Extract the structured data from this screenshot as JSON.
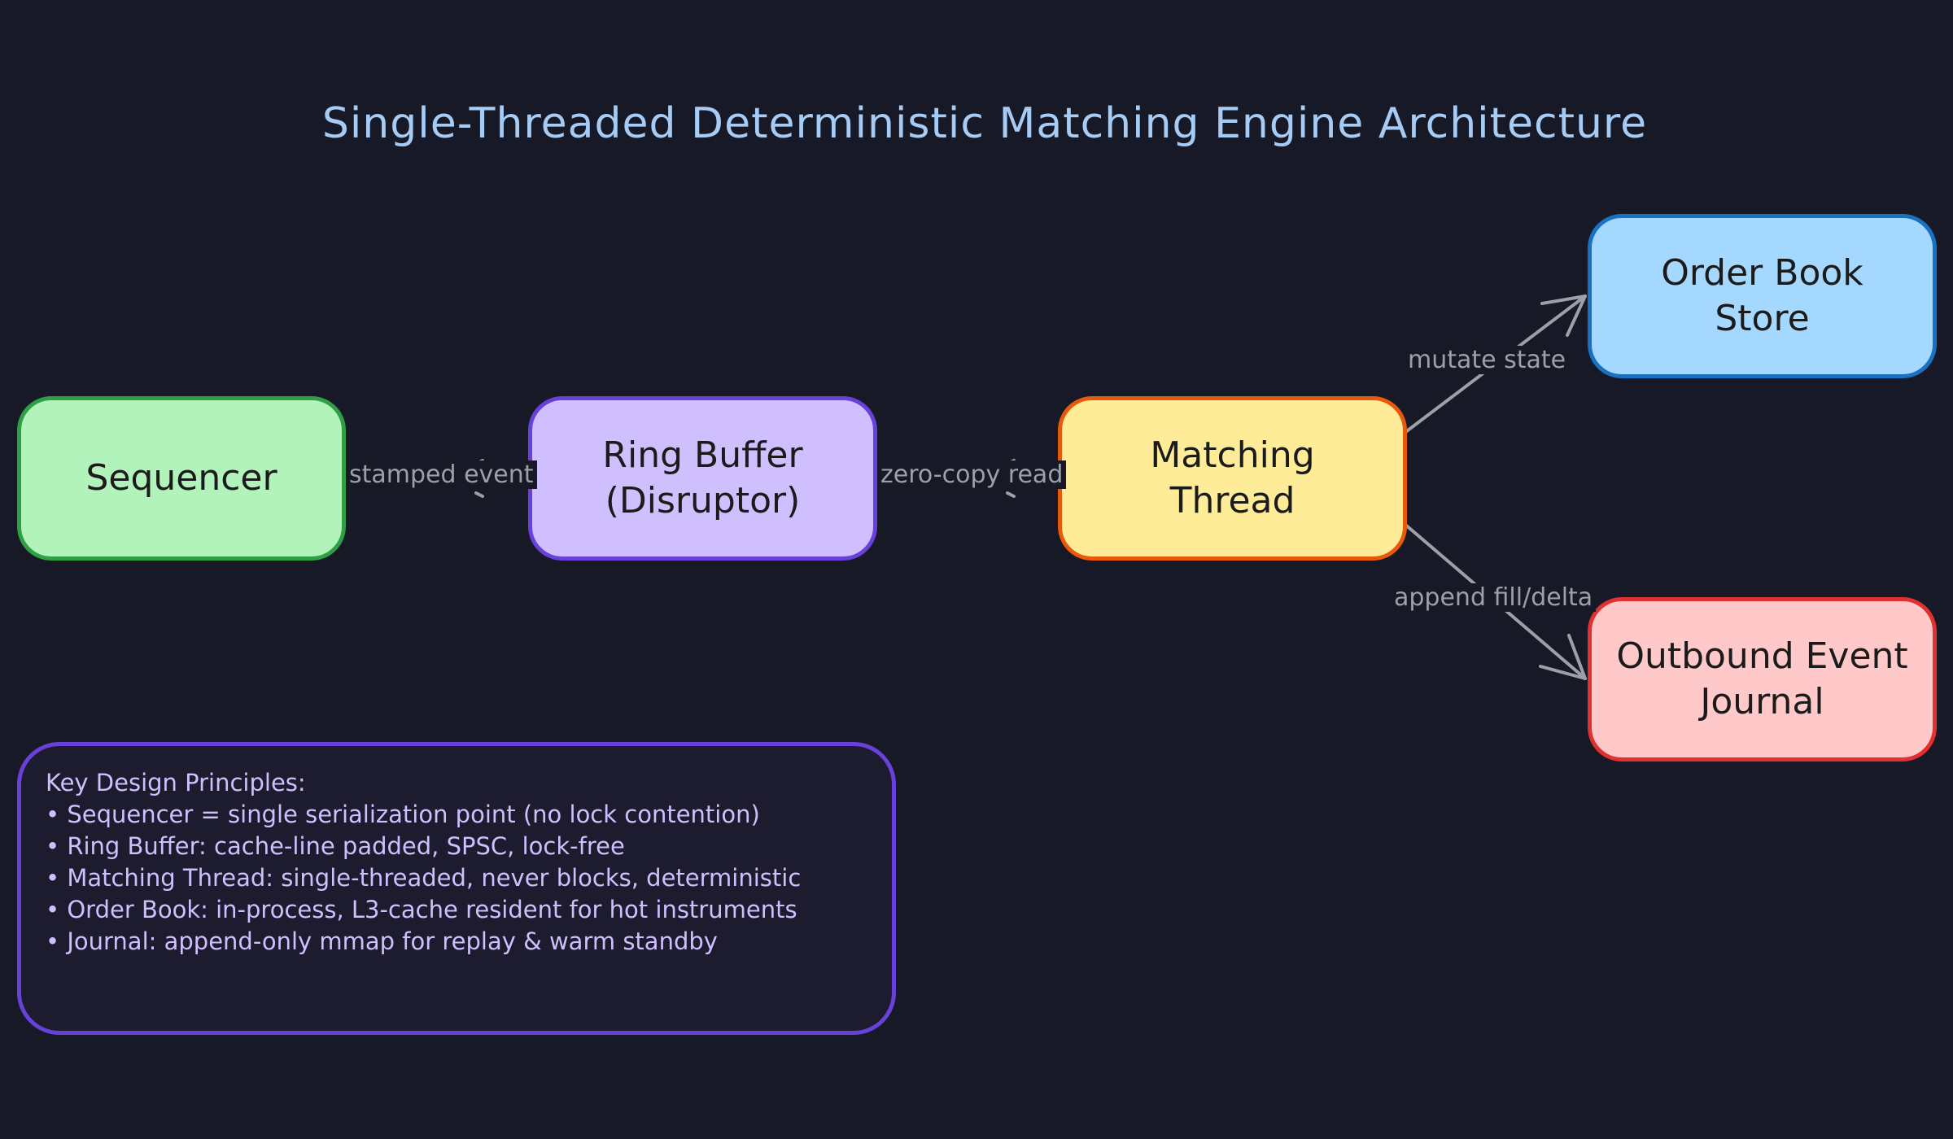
{
  "title": "Single-Threaded Deterministic Matching Engine Architecture",
  "nodes": {
    "sequencer": "Sequencer",
    "ring_buffer": "Ring Buffer\n(Disruptor)",
    "matching_thread": "Matching\nThread",
    "order_book": "Order Book\nStore",
    "journal": "Outbound Event\nJournal"
  },
  "edges": {
    "sequencer_to_ring": "stamped event",
    "ring_to_matching": "zero-copy read",
    "matching_to_orderbook": "mutate state",
    "matching_to_journal": "append fill/delta"
  },
  "principles": {
    "heading": "Key Design Principles:",
    "items": [
      "• Sequencer = single serialization point (no lock contention)",
      "• Ring Buffer: cache-line padded, SPSC, lock-free",
      "• Matching Thread: single-threaded, never blocks, deterministic",
      "• Order Book: in-process, L3-cache resident for hot instruments",
      "• Journal: append-only mmap for replay & warm standby"
    ]
  },
  "colors": {
    "background": "#171926",
    "title": "#a6ccf5",
    "edge": "#9ca0a8",
    "sequencer_fill": "#b2f2bb",
    "ring_fill": "#d0bfff",
    "matching_fill": "#ffec99",
    "orderbook_fill": "#a5d8ff",
    "journal_fill": "#ffc9c9"
  }
}
